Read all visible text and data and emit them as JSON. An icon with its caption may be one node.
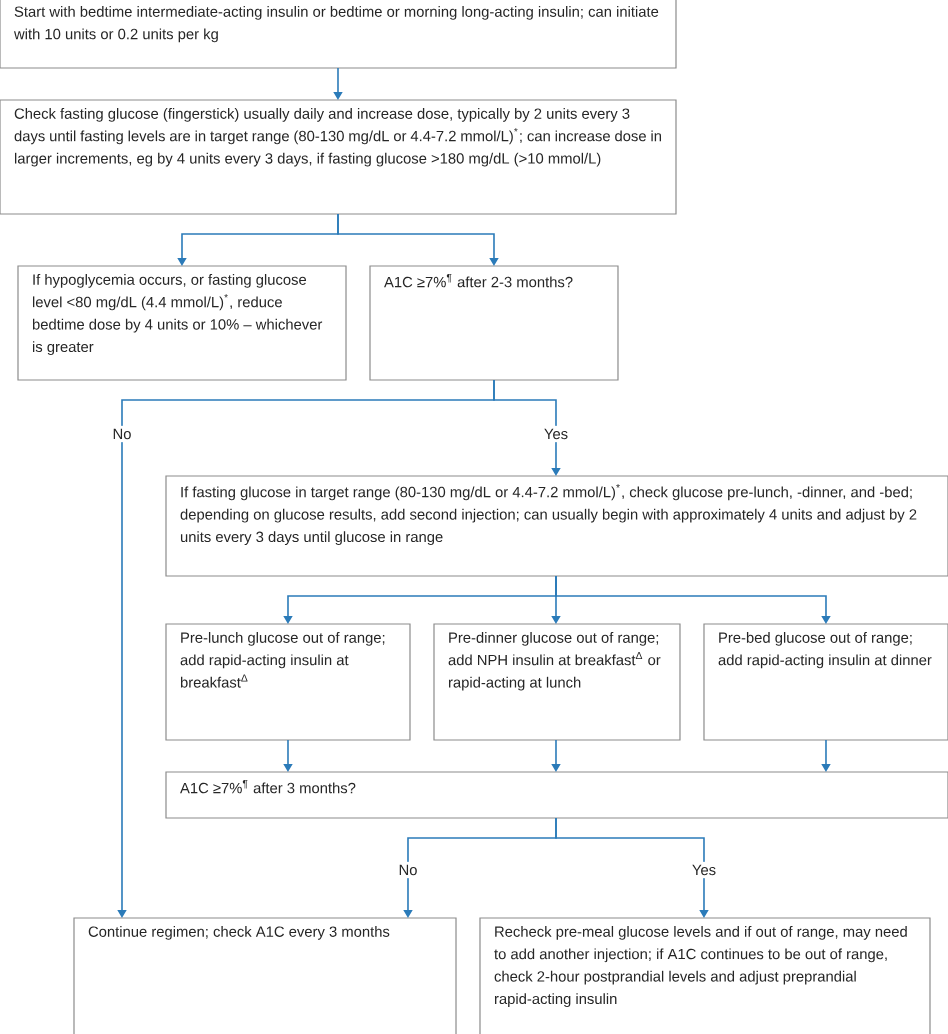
{
  "diagram": {
    "nodes": [
      {
        "text": [
          "Start with bedtime intermediate-acting insulin or bedtime or morning long-acting insulin; can initiate with 10 units or 0.2 units per kg"
        ]
      },
      {
        "text": [
          "Check fasting glucose (fingerstick) usually daily and increase dose, typically by 2 units every 3 days until fasting levels are in target range (80-130 mg/dL or 4.4-7.2 mmol/L)$^{*}$; can increase dose in larger increments, eg by 4 units every 3 days, if fasting glucose >180 mg/dL (>10 mmol/L)"
        ]
      },
      {
        "text": [
          "If hypoglycemia occurs, or fasting glucose level <80 mg/dL (4.4 mmol/L)$^{*}$, reduce bedtime dose by 4 units or 10% – whichever is greater"
        ]
      },
      {
        "text": [
          "A1C ≥7%$^{¶}$ after 2-3 months?"
        ]
      },
      {
        "text": [
          "If fasting glucose in target range (80-130 mg/dL or 4.4-7.2 mmol/L)$^{*}$, check glucose pre-lunch, -dinner, and -bed; depending on glucose results, add second injection; can usually begin with approximately 4 units and adjust by 2 units every 3 days until glucose in range"
        ]
      },
      {
        "text": [
          "Pre-lunch glucose out of range; add rapid-acting insulin at breakfast$^{Δ}$"
        ]
      },
      {
        "text": [
          "Pre-dinner glucose out of range; add NPH insulin at breakfast$^{Δ}$ or rapid-acting at lunch"
        ]
      },
      {
        "text": [
          "Pre-bed glucose out of range; add rapid-acting insulin at dinner"
        ]
      },
      {
        "text": [
          "A1C ≥7%$^{¶}$ after 3 months?"
        ]
      },
      {
        "text": [
          "Continue regimen; check A1C every 3 months"
        ]
      },
      {
        "text": [
          "Recheck pre-meal glucose levels and if out of range, may need to add another injection; if A1C continues to be out of range, check 2-hour postprandial levels and adjust preprandial rapid-acting insulin"
        ]
      }
    ],
    "edges": [
      {
        "from": 0,
        "to": 1,
        "arrow": "to"
      },
      {
        "from": 1,
        "to": 2,
        "arrow": "to"
      },
      {
        "from": 1,
        "to": 3,
        "arrow": "to"
      },
      {
        "from": 3,
        "to": 9,
        "arrow": "to",
        "label": "No"
      },
      {
        "from": 3,
        "to": 4,
        "arrow": "to",
        "label": "Yes"
      },
      {
        "from": 4,
        "to": 5,
        "arrow": "to"
      },
      {
        "from": 4,
        "to": 6,
        "arrow": "to"
      },
      {
        "from": 4,
        "to": 7,
        "arrow": "to"
      },
      {
        "from": 5,
        "to": 8,
        "arrow": "to"
      },
      {
        "from": 6,
        "to": 8,
        "arrow": "to"
      },
      {
        "from": 7,
        "to": 8,
        "arrow": "to"
      },
      {
        "from": 8,
        "to": 9,
        "arrow": "to",
        "label": "No"
      },
      {
        "from": 8,
        "to": 10,
        "arrow": "to",
        "label": "Yes"
      }
    ]
  }
}
